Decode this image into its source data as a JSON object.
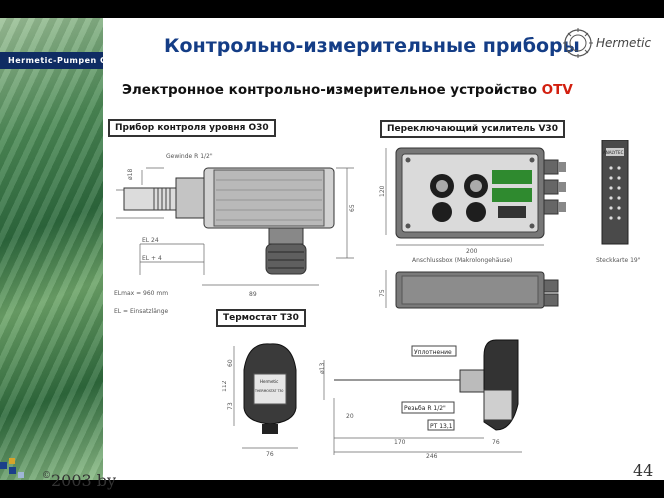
{
  "brand": {
    "name": "Hermetic-Pumpen GmbH",
    "logo_text": "Hermetic"
  },
  "slide": {
    "title": "Контрольно-измерительные приборы",
    "subtitle_main": "Электронное контрольно-измерительное устройство ",
    "subtitle_hl": "OTV",
    "page_number": "44",
    "footer_text": "2003 by",
    "footer_symbol": "©"
  },
  "labels": {
    "level_device": "Прибор контроля уровня О30",
    "amplifier": "Переключающий усилитель V30",
    "thermostat": "Термостат Т30"
  },
  "o30": {
    "thread": "Gewinde R 1/2\"",
    "d18": "ø18",
    "h65": "65",
    "el24": "EL 24",
    "el4": "EL + 4",
    "elmax": "ELmax = 960 mm",
    "el_def": "EL = Einsatzlänge",
    "w89": "89"
  },
  "v30": {
    "w200": "200",
    "h120": "120",
    "h75": "75",
    "anschluss": "Anschlussbox (Makrolongehäuse)",
    "steckkarte": "Steckkarte 19\"",
    "card_brand": "ANALYTEC"
  },
  "t30": {
    "h60": "60",
    "h73": "73",
    "h112": "112",
    "w76a": "76",
    "d3": "ø13",
    "d20": "20",
    "w170": "170",
    "w76b": "76",
    "w246": "246",
    "seal": "Уплотнение",
    "thread": "Резьба R 1/2\"",
    "pt": "PT 13,1",
    "brand": "Hermetic",
    "model": "THERMOSTAT T30"
  }
}
